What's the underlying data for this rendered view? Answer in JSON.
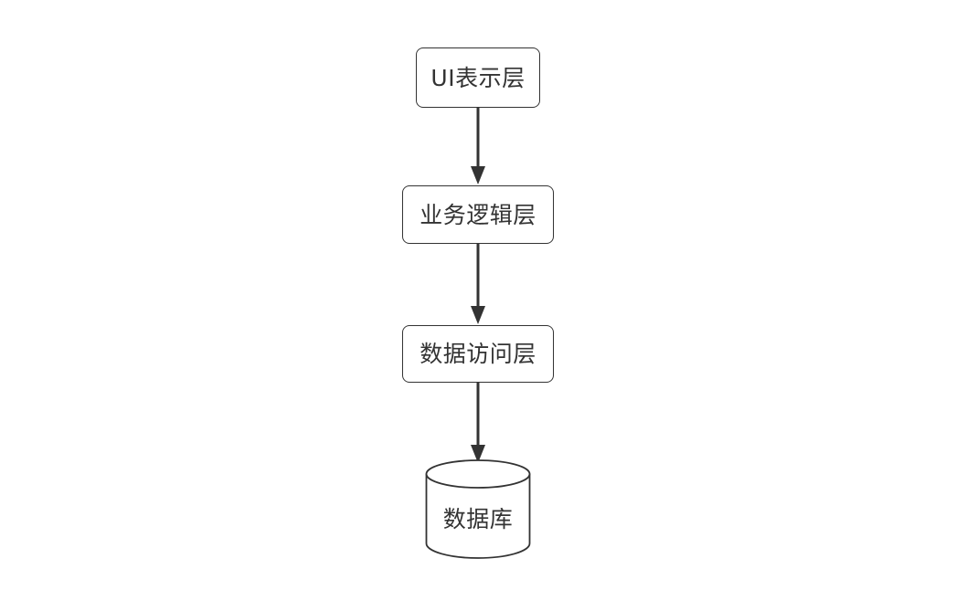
{
  "diagram": {
    "type": "flowchart",
    "direction": "top-down",
    "background_color": "#ffffff",
    "stroke_color": "#333333",
    "text_color": "#333333",
    "fill_color": "#ffffff",
    "nodes": [
      {
        "id": "ui",
        "label": "UI表示层",
        "shape": "rounded-rectangle"
      },
      {
        "id": "business",
        "label": "业务逻辑层",
        "shape": "rounded-rectangle"
      },
      {
        "id": "dataaccess",
        "label": "数据访问层",
        "shape": "rounded-rectangle"
      },
      {
        "id": "database",
        "label": "数据库",
        "shape": "cylinder"
      }
    ],
    "edges": [
      {
        "from": "ui",
        "to": "business",
        "label": "",
        "arrow": "solid-triangle"
      },
      {
        "from": "business",
        "to": "dataaccess",
        "label": "",
        "arrow": "solid-triangle"
      },
      {
        "from": "dataaccess",
        "to": "database",
        "label": "",
        "arrow": "solid-triangle"
      }
    ]
  }
}
